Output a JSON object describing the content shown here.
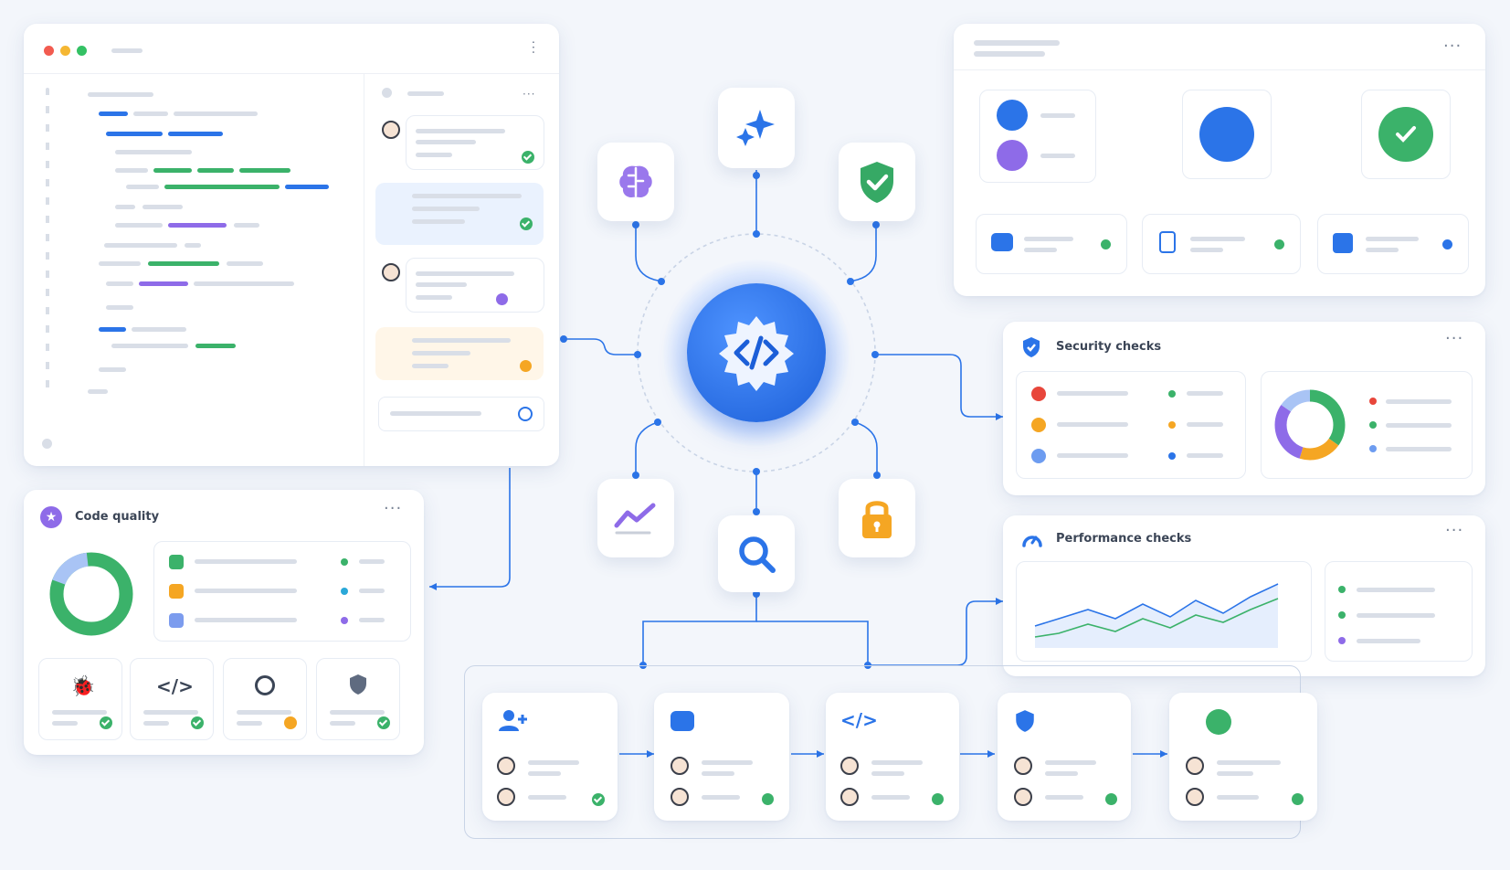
{
  "code_quality": {
    "title": "Code quality"
  },
  "security": {
    "title": "Security checks"
  },
  "performance": {
    "title": "Performance checks"
  },
  "colors": {
    "accent": "#2b74e8",
    "green": "#3bb26a",
    "orange": "#f5a623",
    "purple": "#8e6be8",
    "red": "#e8463b"
  },
  "icons": [
    "code-gear-icon",
    "sparkle-icon",
    "brain-icon",
    "shield-check-icon",
    "chart-line-icon",
    "search-icon",
    "lock-icon",
    "branch-icon",
    "check-icon",
    "chat-icon",
    "doc-icon",
    "code-icon",
    "bug-icon",
    "target-icon",
    "shield-icon",
    "user-plus-icon",
    "star-icon",
    "gauge-icon"
  ]
}
